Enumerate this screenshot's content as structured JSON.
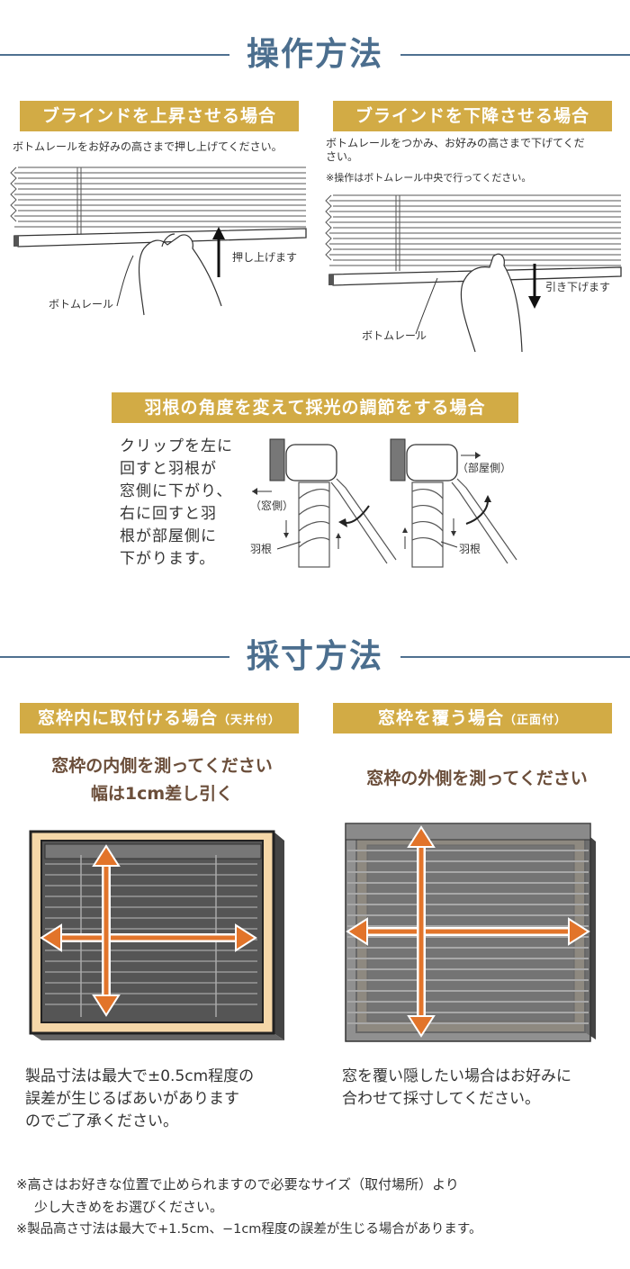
{
  "operation": {
    "title": "操作方法",
    "raise": {
      "heading": "ブラインドを上昇させる場合",
      "note": "ボトムレールをお好みの高さまで押し上げてください。",
      "arrow_label": "押し上げます",
      "rail_label": "ボトムレール"
    },
    "lower": {
      "heading": "ブラインドを下降させる場合",
      "note_line1": "ボトムレールをつかみ、お好みの高さまで下げてくだ",
      "note_line2": "さい。",
      "note2": "※操作はボトムレール中央で行ってください。",
      "arrow_label": "引き下げます",
      "rail_label": "ボトムレール"
    },
    "angle": {
      "heading": "羽根の角度を変えて採光の調節をする場合",
      "text_lines": [
        "クリップを左に",
        "回すと羽根が",
        "窓側に下がり、",
        "右に回すと羽",
        "根が部屋側に",
        "下がります。"
      ],
      "window_label": "（窓側）",
      "room_label": "（部屋側）",
      "blade_label_left": "羽根",
      "blade_label_right": "羽根"
    }
  },
  "measure": {
    "title": "採寸方法",
    "inside": {
      "heading": "窓枠内に取付ける場合",
      "heading_sub": "（天井付）",
      "instruction_line1": "窓枠の内側を測ってください",
      "instruction_line2": "幅は1cm差し引く",
      "note_lines": [
        "製品寸法は最大で±0.5cm程度の",
        "誤差が生じるばあいがあります",
        "のでご了承ください。"
      ]
    },
    "outside": {
      "heading": "窓枠を覆う場合",
      "heading_sub": "（正面付）",
      "instruction": "窓枠の外側を測ってください",
      "note_lines": [
        "窓を覆い隠したい場合はお好みに",
        "合わせて採寸してください。"
      ]
    }
  },
  "footer": {
    "line1": "※高さはお好きな位置で止められますので必要なサイズ（取付場所）より",
    "line2": "少し大きめをお選びください。",
    "line3": "※製品高さ寸法は最大で+1.5cm、−1cm程度の誤差が生じる場合があります。"
  },
  "colors": {
    "title_blue": "#4b6e8e",
    "heading_gold": "#d2ab45",
    "instruction_brown": "#6b4e3a",
    "frame_beige": "#f5d7a8",
    "arrow_orange": "#e2742a"
  }
}
